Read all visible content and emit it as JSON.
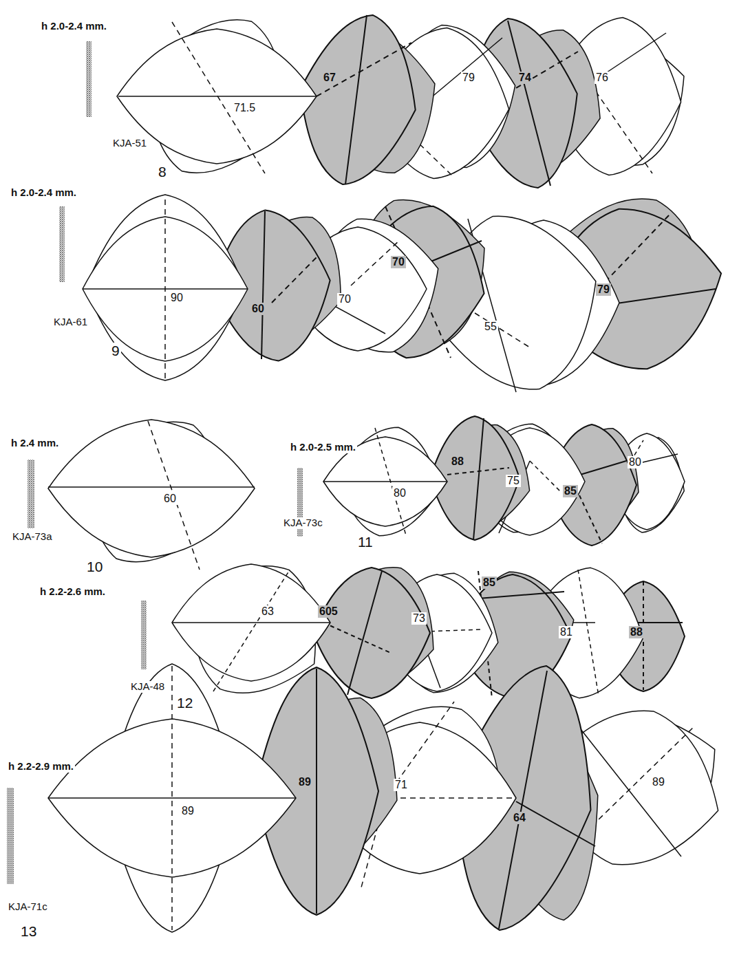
{
  "diagram": {
    "labels": [
      "h 2.0-2.4 mm.",
      "KJA-51",
      "8",
      "71.5",
      "67",
      "79",
      "74",
      "76",
      "h 2.0-2.4 mm.",
      "KJA-61",
      "9",
      "90",
      "60",
      "70",
      "70",
      "55",
      "79",
      "h 2.4 mm.",
      "KJA-73a",
      "10",
      "60",
      "h 2.0-2.5 mm.",
      "KJA-73c",
      "11",
      "80",
      "88",
      "75",
      "85",
      "80",
      "h 2.2-2.6 mm.",
      "KJA-48",
      "12",
      "63",
      "605",
      "73",
      "85",
      "81",
      "88",
      "h 2.2-2.9 mm.",
      "KJA-71c",
      "13",
      "89",
      "89",
      "71",
      "64",
      "89"
    ]
  }
}
